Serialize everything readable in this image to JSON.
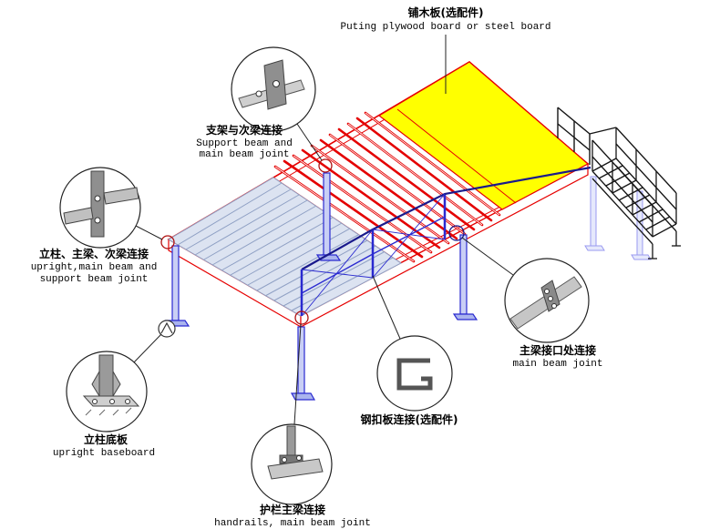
{
  "colors": {
    "frame_red": "#e60000",
    "plywood_yellow": "#ffff00",
    "grating_fill": "#dce3f1",
    "grating_line": "#8fa0c4",
    "column_blue": "#2a2ad0",
    "column_fill": "#c9cff5",
    "rail_navy": "#1a1a8c",
    "stair_black": "#151515",
    "detail_gray": "#8f8f8f",
    "marker_red": "#b01010"
  },
  "labels": {
    "plywood": {
      "zh": "铺木板(选配件)",
      "en": "Puting plywood board or steel board"
    },
    "support_joint": {
      "zh": "支架与次梁连接",
      "en1": "Support beam and",
      "en2": "main beam joint"
    },
    "upright_joint": {
      "zh": "立柱、主梁、次梁连接",
      "en1": "upright,main beam and",
      "en2": "support beam joint"
    },
    "baseboard": {
      "zh": "立柱底板",
      "en": "upright baseboard"
    },
    "handrail_joint": {
      "zh": "护栏主梁连接",
      "en": "handrails, main beam joint"
    },
    "buckle_plate": {
      "zh": "钢扣板连接(选配件)"
    },
    "main_beam_joint": {
      "zh": "主梁接口处连接",
      "en": "main beam joint"
    }
  }
}
